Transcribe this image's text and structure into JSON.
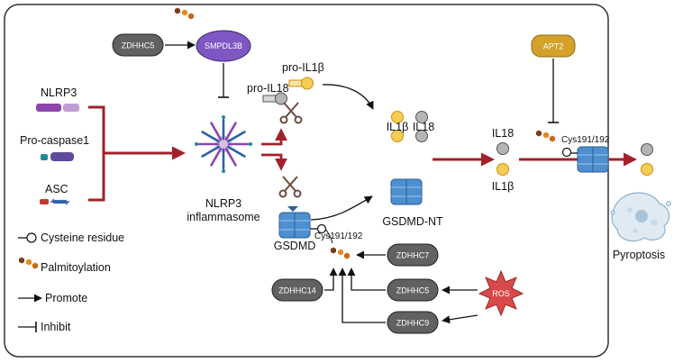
{
  "inputs": {
    "nlrp3": "NLRP3",
    "procaspase1": "Pro-caspase1",
    "asc": "ASC"
  },
  "inflammasome": {
    "line1": "NLRP3",
    "line2": "inflammasome"
  },
  "enzymes": {
    "zdhhc5_top": "ZDHHC5",
    "smpdl3b": "SMPDL3B",
    "apt2": "APT2",
    "zdhhc7": "ZDHHC7",
    "zdhhc5": "ZDHHC5",
    "zdhhc9": "ZDHHC9",
    "zdhhc14": "ZDHHC14",
    "ros": "ROS"
  },
  "cytokines": {
    "pro_il1b": "pro-IL1β",
    "pro_il18": "pro-IL18",
    "il1b": "IL1β",
    "il18": "IL18",
    "il18_mid": "IL18",
    "il1b_mid": "IL1β"
  },
  "gsdmd": {
    "label": "GSDMD",
    "cys_bottom": "Cys191/192",
    "nt_label": "GSDMD-NT",
    "cys_right": "Cys191/192"
  },
  "outcome": {
    "pyroptosis": "Pyroptosis"
  },
  "legend": {
    "cysteine": "Cysteine residue",
    "palmitoylation": "Palmitoylation",
    "promote": "Promote",
    "inhibit": "Inhibit"
  },
  "colors": {
    "dark_red": "#a3202a",
    "grey_pill": "#616161",
    "purple": "#7e57c2",
    "gold": "#d4a12a",
    "ros": "#d84a4a",
    "membrane_blue": "#4f8fd0",
    "ball_yellow": "#f6cd52",
    "ball_grey": "#b5b5b5"
  }
}
